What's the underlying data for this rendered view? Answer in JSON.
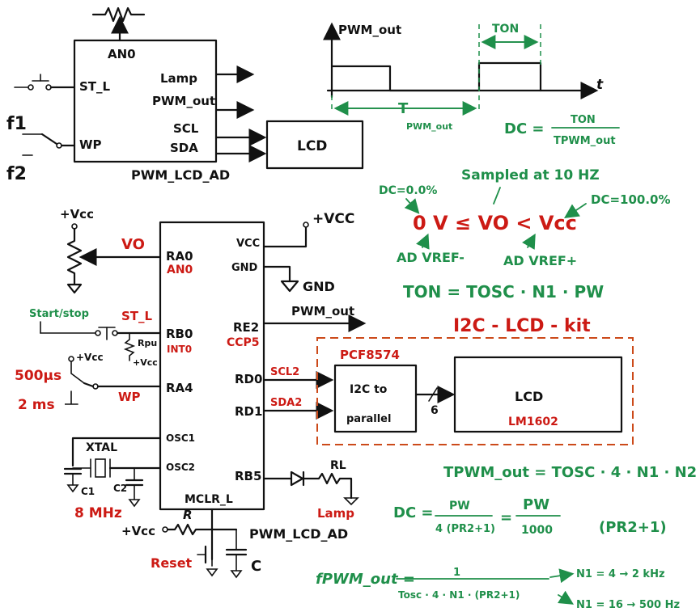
{
  "top_block": {
    "ano_label": "AN0",
    "st_l_pin": "ST_L",
    "wp_pin": "WP",
    "lamp_pin": "Lamp",
    "pwm_out_pin": "PWM_out",
    "scl_pin": "SCL",
    "sda_pin": "SDA",
    "name": "PWM_LCD_AD",
    "f1": "f1",
    "f2": "f2",
    "lcd": "LCD"
  },
  "waveform": {
    "ylabel": "PWM_out",
    "xlabel": "t",
    "ton": "TON",
    "t": "T",
    "t_sub": "PWM_out",
    "dc_left": "DC =",
    "dc_num": "TON",
    "dc_den": "TPWM_out"
  },
  "ad_notes": {
    "sampled": "Sampled at 10 HZ",
    "dc0": "DC=0.0%",
    "dc100": "DC=100.0%",
    "range": "0 V ≤ VO < Vcc",
    "vref_minus": "AD VREF-",
    "vref_plus": "AD VREF+",
    "ton_formula": "TON = TOSC · N1 · PW"
  },
  "schematic": {
    "vcc_top": "+Vcc",
    "vcc_right": "+VCC",
    "vo": "VO",
    "start_stop": "Start/stop",
    "st_l": "ST_L",
    "rpu": "Rpu",
    "vcc_small": "+Vcc",
    "vcc_sw": "+Vcc",
    "t500": "500µs",
    "t2": "2 ms",
    "wp": "WP",
    "xtal": "XTAL",
    "c1": "C1",
    "c2": "C2",
    "freq": "8 MHz",
    "r": "R",
    "vcc_reset": "+Vcc",
    "reset": "Reset",
    "c": "C",
    "gnd": "GND",
    "pwm_out": "PWM_out",
    "scl2": "SCL2",
    "sda2": "SDA2",
    "rl": "RL",
    "lamp": "Lamp",
    "chip_name": "PWM_LCD_AD",
    "pins_left": [
      "RA0",
      "RB0",
      "RA4",
      "OSC1",
      "OSC2"
    ],
    "ano": "AN0",
    "into": "INT0",
    "pins_right": [
      "VCC",
      "GND",
      "RE2",
      "RD0",
      "RD1",
      "RB5"
    ],
    "ccp5": "CCP5",
    "mclr": "MCLR_L"
  },
  "kit": {
    "title": "I2C - LCD - kit",
    "pcf": "PCF8574",
    "conv1": "I2C to",
    "conv2": "parallel",
    "bus": "6",
    "lcd": "LCD",
    "lcd_model": "LM1602"
  },
  "formulas": {
    "tpwm": "TPWM_out = TOSC · 4 · N1 · N2",
    "dc_left": "DC =",
    "dc_frac1_num": "PW",
    "dc_frac1_den": "4 (PR2+1)",
    "dc_eq": "=",
    "dc_frac2_num": "PW",
    "dc_frac2_den": "1000",
    "pr2": "(PR2+1)",
    "fpwm_left": "fPWM_out =",
    "fpwm_num": "1",
    "fpwm_den": "Tosc · 4 · N1 · (PR2+1)",
    "n1_4": "N1 = 4 → 2 kHz",
    "n1_16": "N1 = 16 → 500 Hz"
  }
}
